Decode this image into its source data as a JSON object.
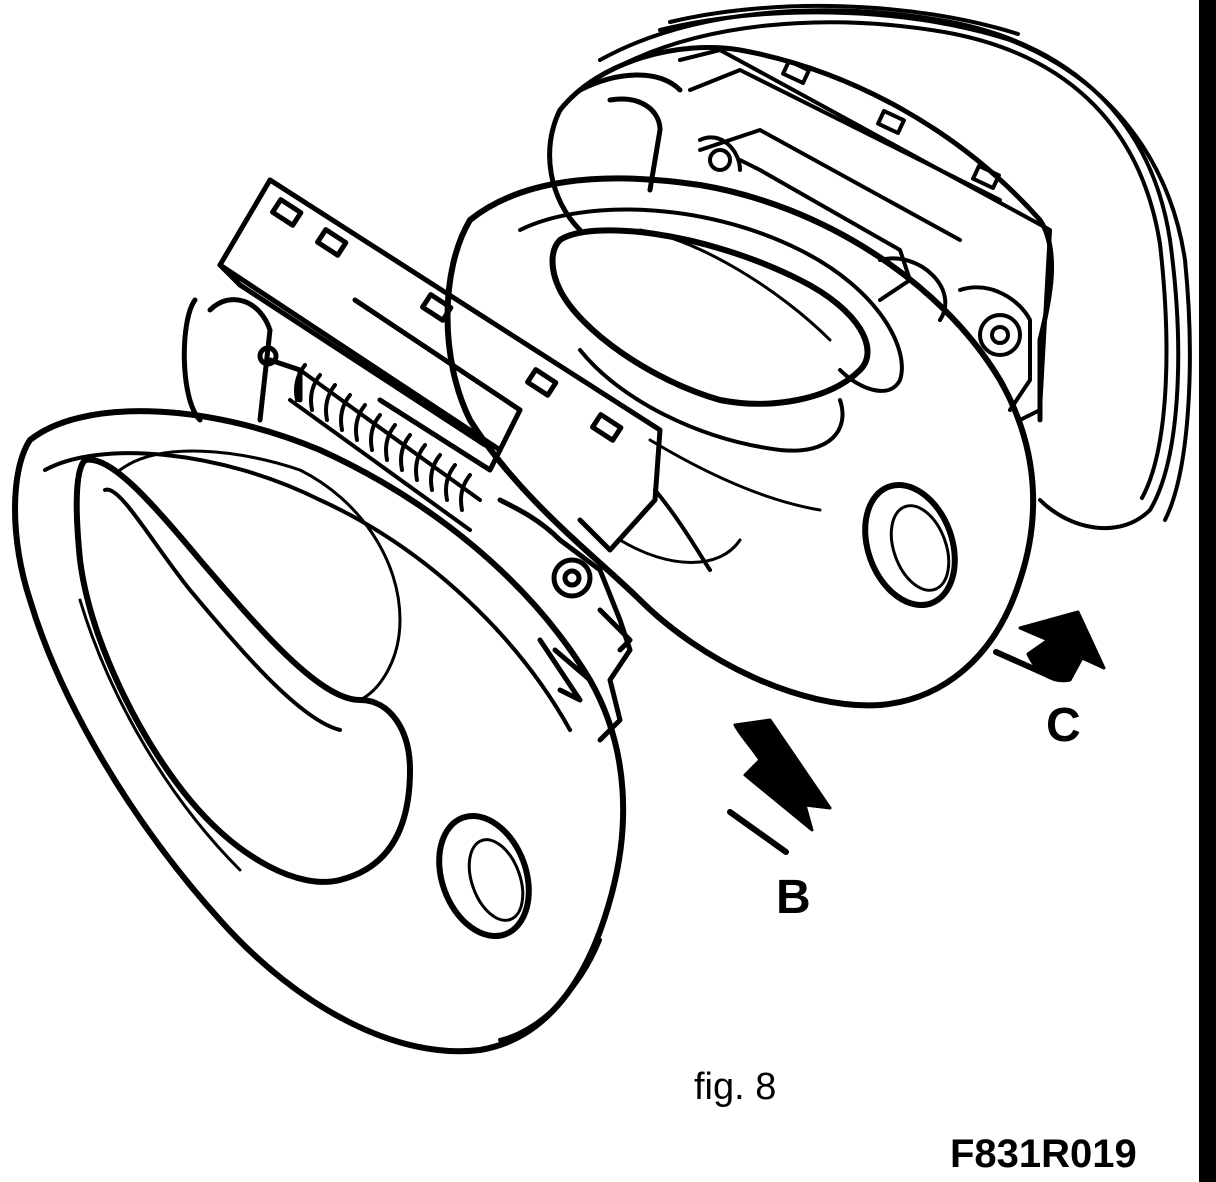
{
  "labels": {
    "arrow_b": "B",
    "arrow_c": "C",
    "figure_caption": "fig. 8",
    "reference_code": "F831R019"
  },
  "colors": {
    "ink": "#000000",
    "paper": "#ffffff"
  },
  "icons": {
    "arrow_b": "curved-arrow-icon",
    "arrow_c": "curved-arrow-icon"
  }
}
